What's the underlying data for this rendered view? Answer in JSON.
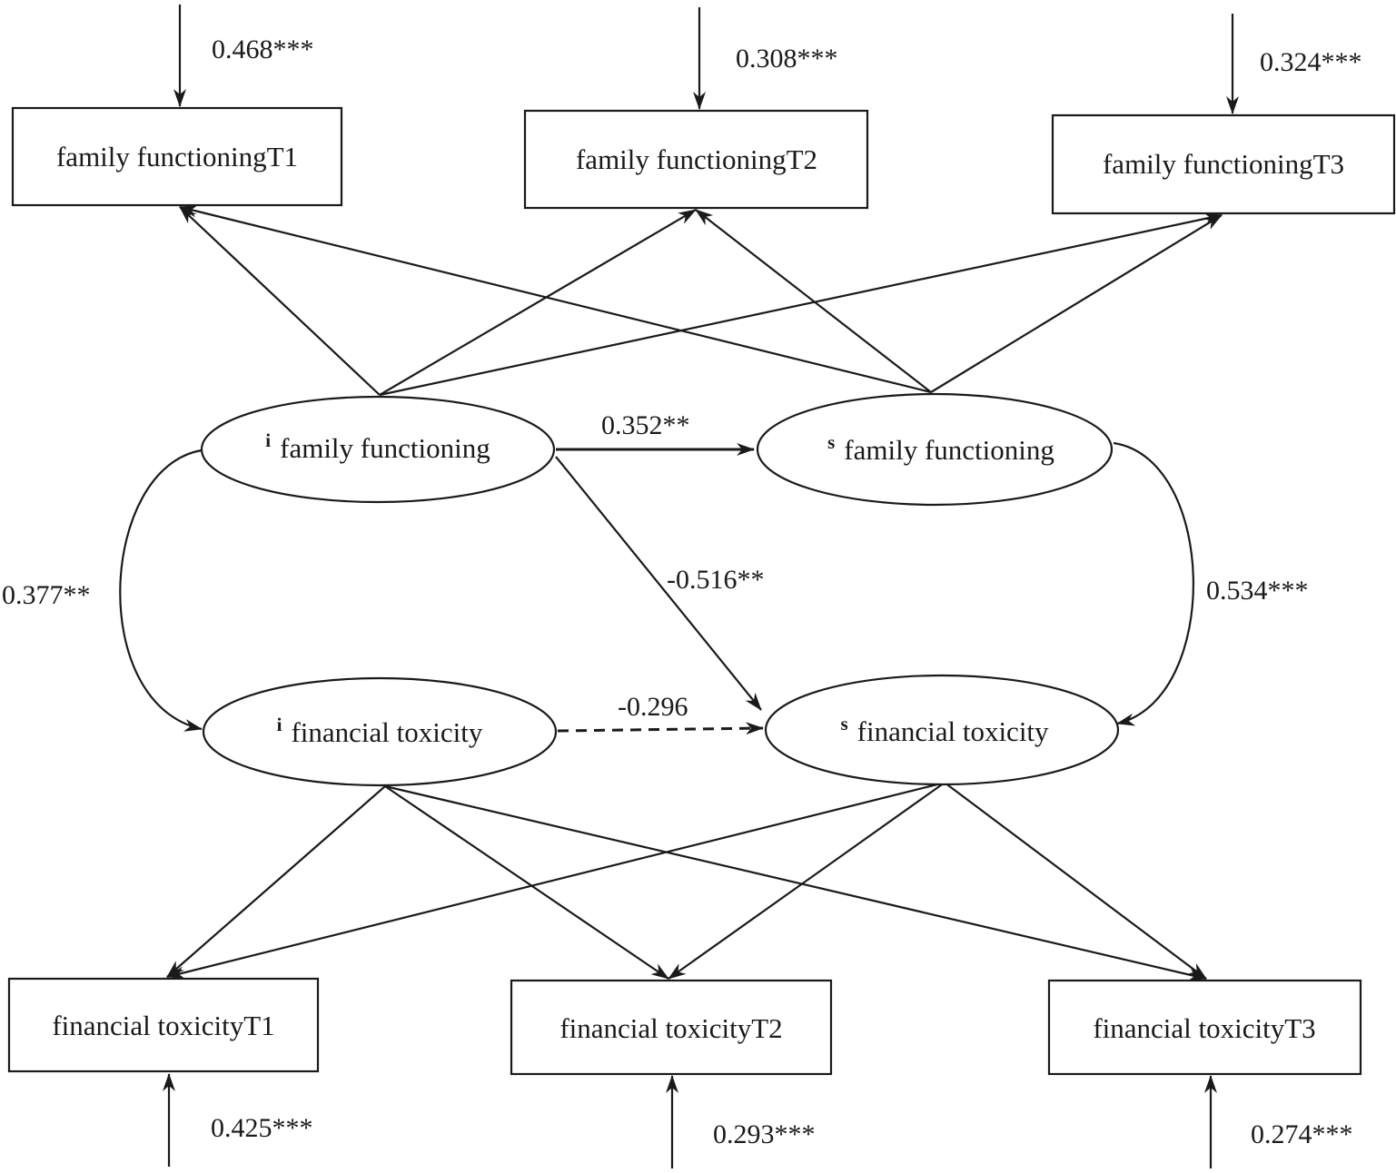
{
  "indicators": {
    "family_T1": "family functioningT1",
    "family_T2": "family functioningT2",
    "family_T3": "family functioningT3",
    "financial_T1": "financial toxicityT1",
    "financial_T2": "financial toxicityT2",
    "financial_T3": "financial toxicityT3"
  },
  "latent": {
    "i_family": {
      "prefix": "i",
      "label": "family functioning"
    },
    "s_family": {
      "prefix": "s",
      "label": "family functioning"
    },
    "i_financial": {
      "prefix": "i",
      "label": "financial toxicity"
    },
    "s_financial": {
      "prefix": "s",
      "label": "financial toxicity"
    }
  },
  "residuals": {
    "family_T1": "0.468***",
    "family_T2": "0.308***",
    "family_T3": "0.324***",
    "financial_T1": "0.425***",
    "financial_T2": "0.293***",
    "financial_T3": "0.274***"
  },
  "paths": {
    "i_family_to_s_family": "0.352**",
    "i_family_to_s_financial": "-0.516**",
    "i_financial_to_s_financial": "-0.296",
    "cov_i_family_i_financial": "0.377**",
    "cov_s_family_s_financial": "0.534***"
  },
  "colors": {
    "stroke": "#1a1a1a",
    "background": "#ffffff"
  }
}
